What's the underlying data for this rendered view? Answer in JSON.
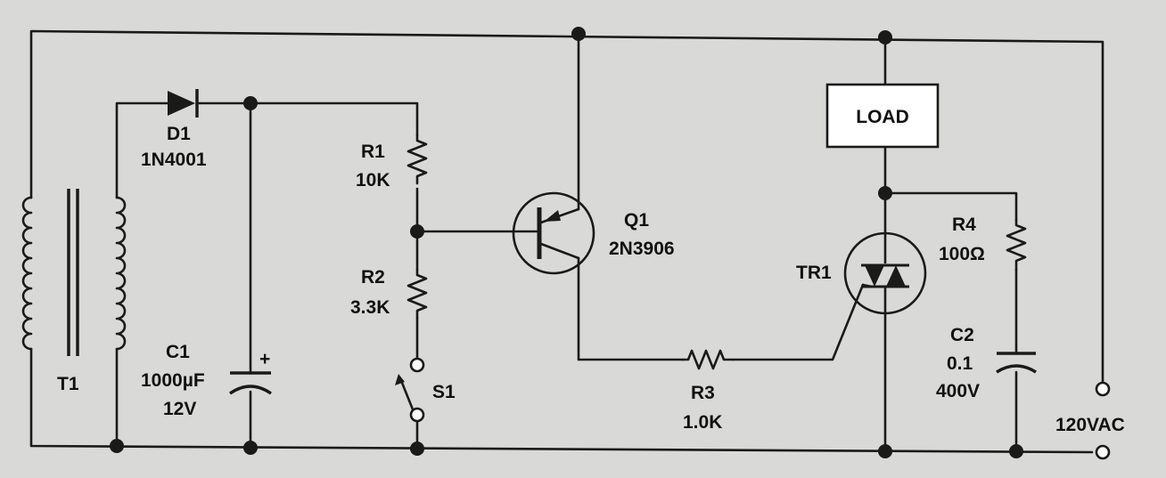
{
  "components": {
    "t1": {
      "ref": "T1"
    },
    "d1": {
      "ref": "D1",
      "value": "1N4001"
    },
    "c1": {
      "ref": "C1",
      "value": "1000µF",
      "voltage": "12V",
      "polarity": "+"
    },
    "r1": {
      "ref": "R1",
      "value": "10K"
    },
    "r2": {
      "ref": "R2",
      "value": "3.3K"
    },
    "s1": {
      "ref": "S1"
    },
    "q1": {
      "ref": "Q1",
      "value": "2N3906"
    },
    "r3": {
      "ref": "R3",
      "value": "1.0K"
    },
    "load": {
      "label": "LOAD"
    },
    "tr1": {
      "ref": "TR1"
    },
    "r4": {
      "ref": "R4",
      "value": "100Ω"
    },
    "c2": {
      "ref": "C2",
      "value": "0.1",
      "voltage": "400V"
    }
  },
  "supply": {
    "label": "120VAC"
  },
  "colors": {
    "background": "#d9d9d7",
    "ink": "#1a1a1a",
    "terminal_fill": "#ffffff"
  }
}
